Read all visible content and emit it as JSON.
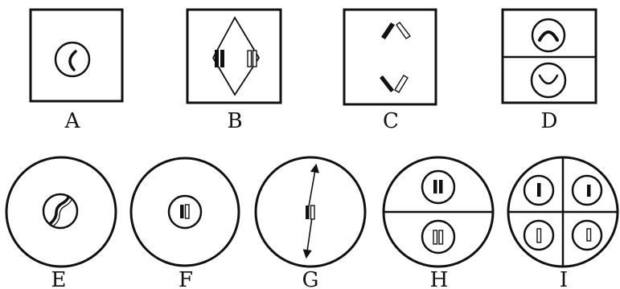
{
  "labels": {
    "a": "A",
    "b": "B",
    "c": "C",
    "d": "D",
    "e": "E",
    "f": "F",
    "g": "G",
    "h": "H",
    "i": "I"
  },
  "colors": {
    "ink": "#111111",
    "paper": "#ffffff"
  }
}
